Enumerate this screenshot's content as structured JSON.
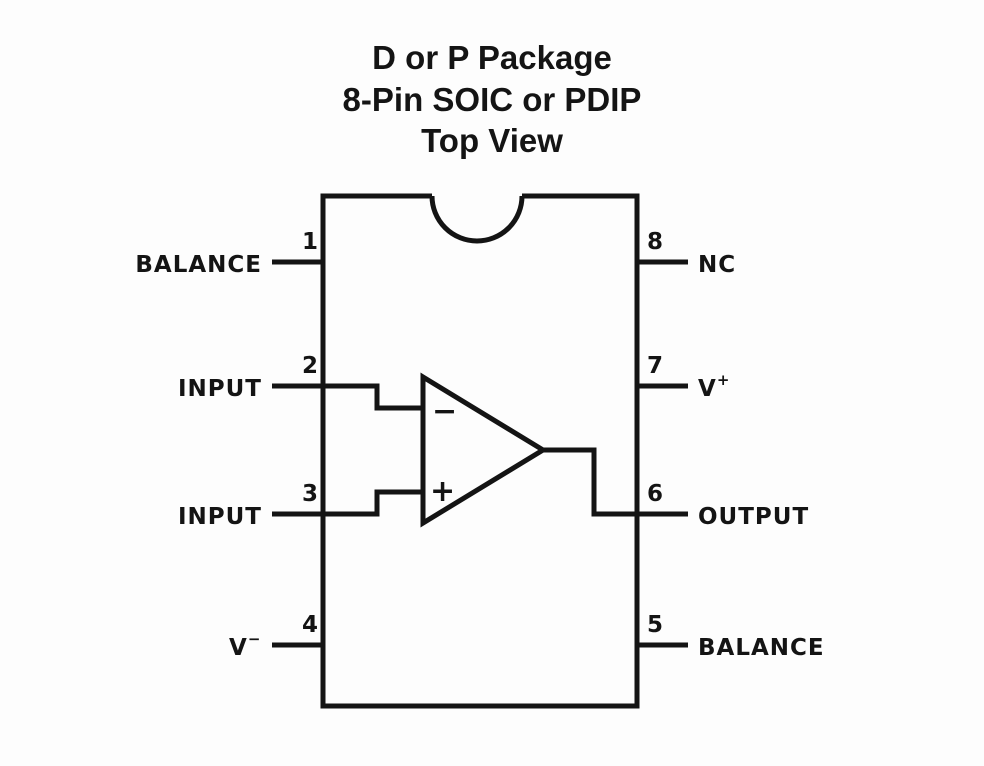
{
  "title": {
    "line1": "D or P Package",
    "line2": "8-Pin SOIC or PDIP",
    "line3": "Top View"
  },
  "pins": {
    "p1": {
      "number": "1",
      "label": "BALANCE"
    },
    "p2": {
      "number": "2",
      "label": "INPUT"
    },
    "p3": {
      "number": "3",
      "label": "INPUT"
    },
    "p4": {
      "number": "4",
      "label": "V",
      "superscript": "−"
    },
    "p5": {
      "number": "5",
      "label": "BALANCE"
    },
    "p6": {
      "number": "6",
      "label": "OUTPUT"
    },
    "p7": {
      "number": "7",
      "label": "V",
      "superscript": "+"
    },
    "p8": {
      "number": "8",
      "label": "NC"
    }
  },
  "opamp": {
    "inverting_sign": "−",
    "noninverting_sign": "+"
  },
  "colors": {
    "ink": "#141414",
    "background": "#fdfdfd"
  }
}
